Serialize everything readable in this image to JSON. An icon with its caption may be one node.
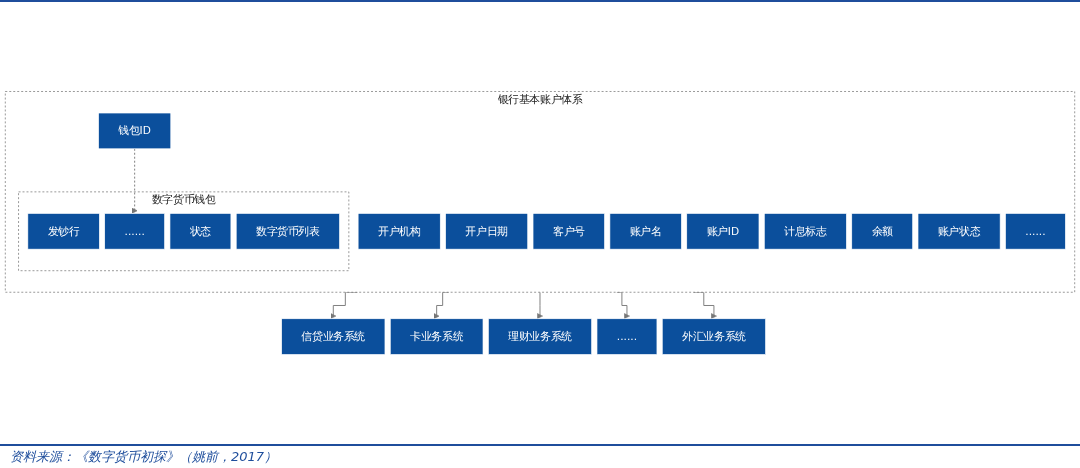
{
  "diagram": {
    "caption": "资料来源：《数字货币初探》（姚前，2017）",
    "nodes": [
      {
        "text": [
          "银行基本账户体系"
        ]
      },
      {
        "text": [
          "开户机构"
        ],
        "in": 0
      },
      {
        "text": [
          "开户日期"
        ],
        "in": 0
      },
      {
        "text": [
          "客户号"
        ],
        "in": 0
      },
      {
        "text": [
          "账户名"
        ],
        "in": 0
      },
      {
        "text": [
          "账户ID"
        ],
        "in": 0
      },
      {
        "text": [
          "计息标志"
        ],
        "in": 0
      },
      {
        "text": [
          "余额"
        ],
        "in": 0
      },
      {
        "text": [
          "账户状态"
        ],
        "in": 0
      },
      {
        "text": [
          "......"
        ],
        "in": 0
      },
      {
        "text": [
          "钱包ID"
        ],
        "in": 0
      },
      {
        "text": [
          "数字货币钱包"
        ],
        "in": 0
      },
      {
        "text": [
          "发钞行"
        ],
        "in": 11
      },
      {
        "text": [
          "状态"
        ],
        "in": 11
      },
      {
        "text": [
          "数字货币列表"
        ],
        "in": 11
      },
      {
        "text": [
          "......"
        ],
        "in": 11
      },
      {
        "text": [
          "信贷业务系统"
        ]
      },
      {
        "text": [
          "卡业务系统"
        ]
      },
      {
        "text": [
          "理财业务系统"
        ]
      },
      {
        "text": [
          "......"
        ]
      },
      {
        "text": [
          "外汇业务系统"
        ]
      }
    ],
    "edges": [
      {
        "from": 10,
        "to": 15,
        "arrow": "to",
        "style": "dashed"
      },
      {
        "from": 0,
        "to": 16,
        "arrow": "to"
      },
      {
        "from": 0,
        "to": 17,
        "arrow": "to"
      },
      {
        "from": 0,
        "to": 18,
        "arrow": "to"
      },
      {
        "from": 0,
        "to": 19,
        "arrow": "to"
      },
      {
        "from": 0,
        "to": 20,
        "arrow": "to"
      }
    ]
  }
}
